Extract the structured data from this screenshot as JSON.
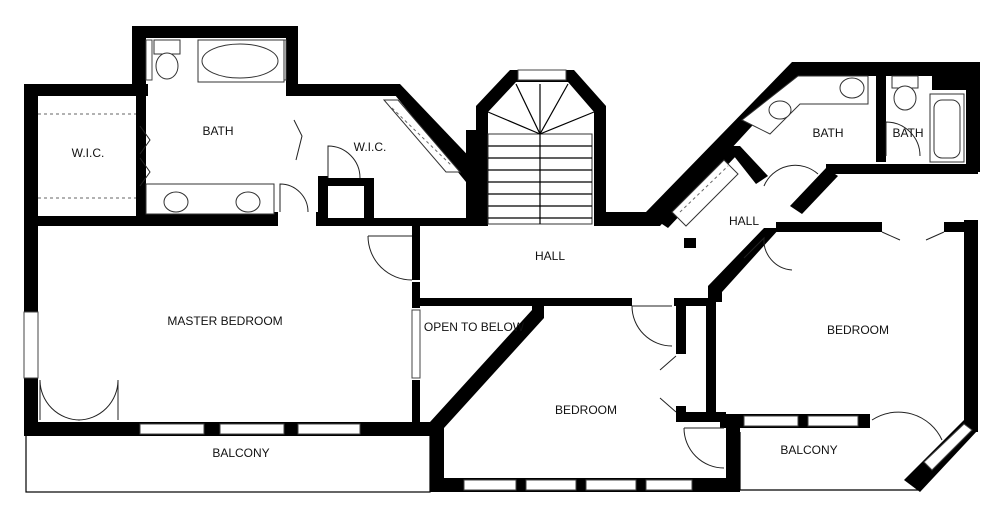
{
  "rooms": {
    "wic_left": "W.I.C.",
    "bath_master": "BATH",
    "wic_center": "W.I.C.",
    "bath_right": "BATH",
    "bath_small": "BATH",
    "hall_right": "HALL",
    "hall_main": "HALL",
    "master_bedroom": "MASTER BEDROOM",
    "open_to_below": "OPEN TO BELOW",
    "bedroom_center": "BEDROOM",
    "bedroom_right": "BEDROOM",
    "balcony_left": "BALCONY",
    "balcony_right": "BALCONY"
  }
}
